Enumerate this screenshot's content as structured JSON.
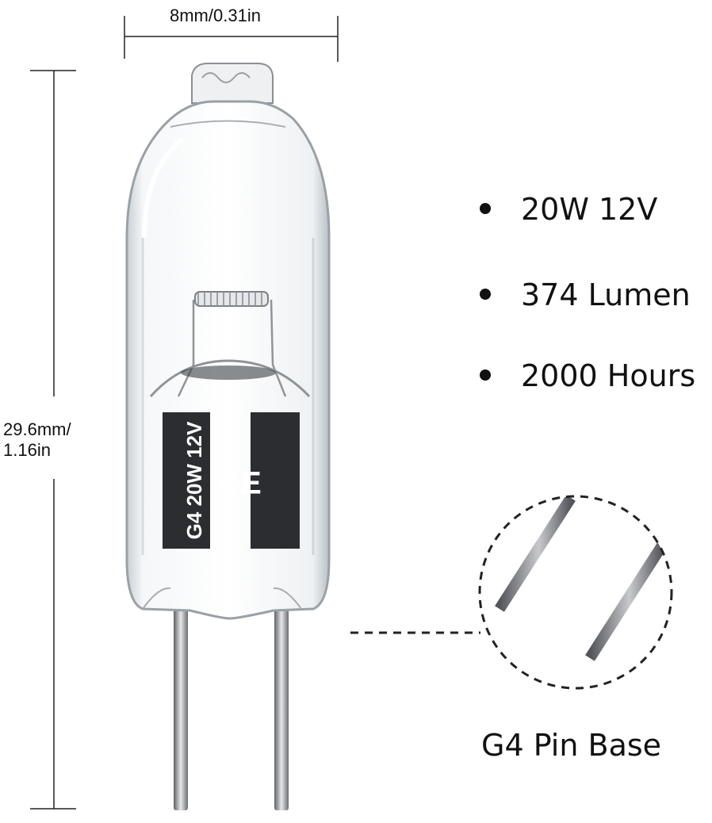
{
  "dimensions": {
    "width_label": "8mm/0.31in",
    "height_label_line1": "29.6mm/",
    "height_label_line2": "1.16in"
  },
  "bulb": {
    "print_line1": "G4 20W 12V",
    "mark": "CE"
  },
  "specs": [
    {
      "text": "20W 12V"
    },
    {
      "text": "374 Lumen"
    },
    {
      "text": "2000 Hours"
    }
  ],
  "detail": {
    "caption": "G4 Pin Base"
  }
}
